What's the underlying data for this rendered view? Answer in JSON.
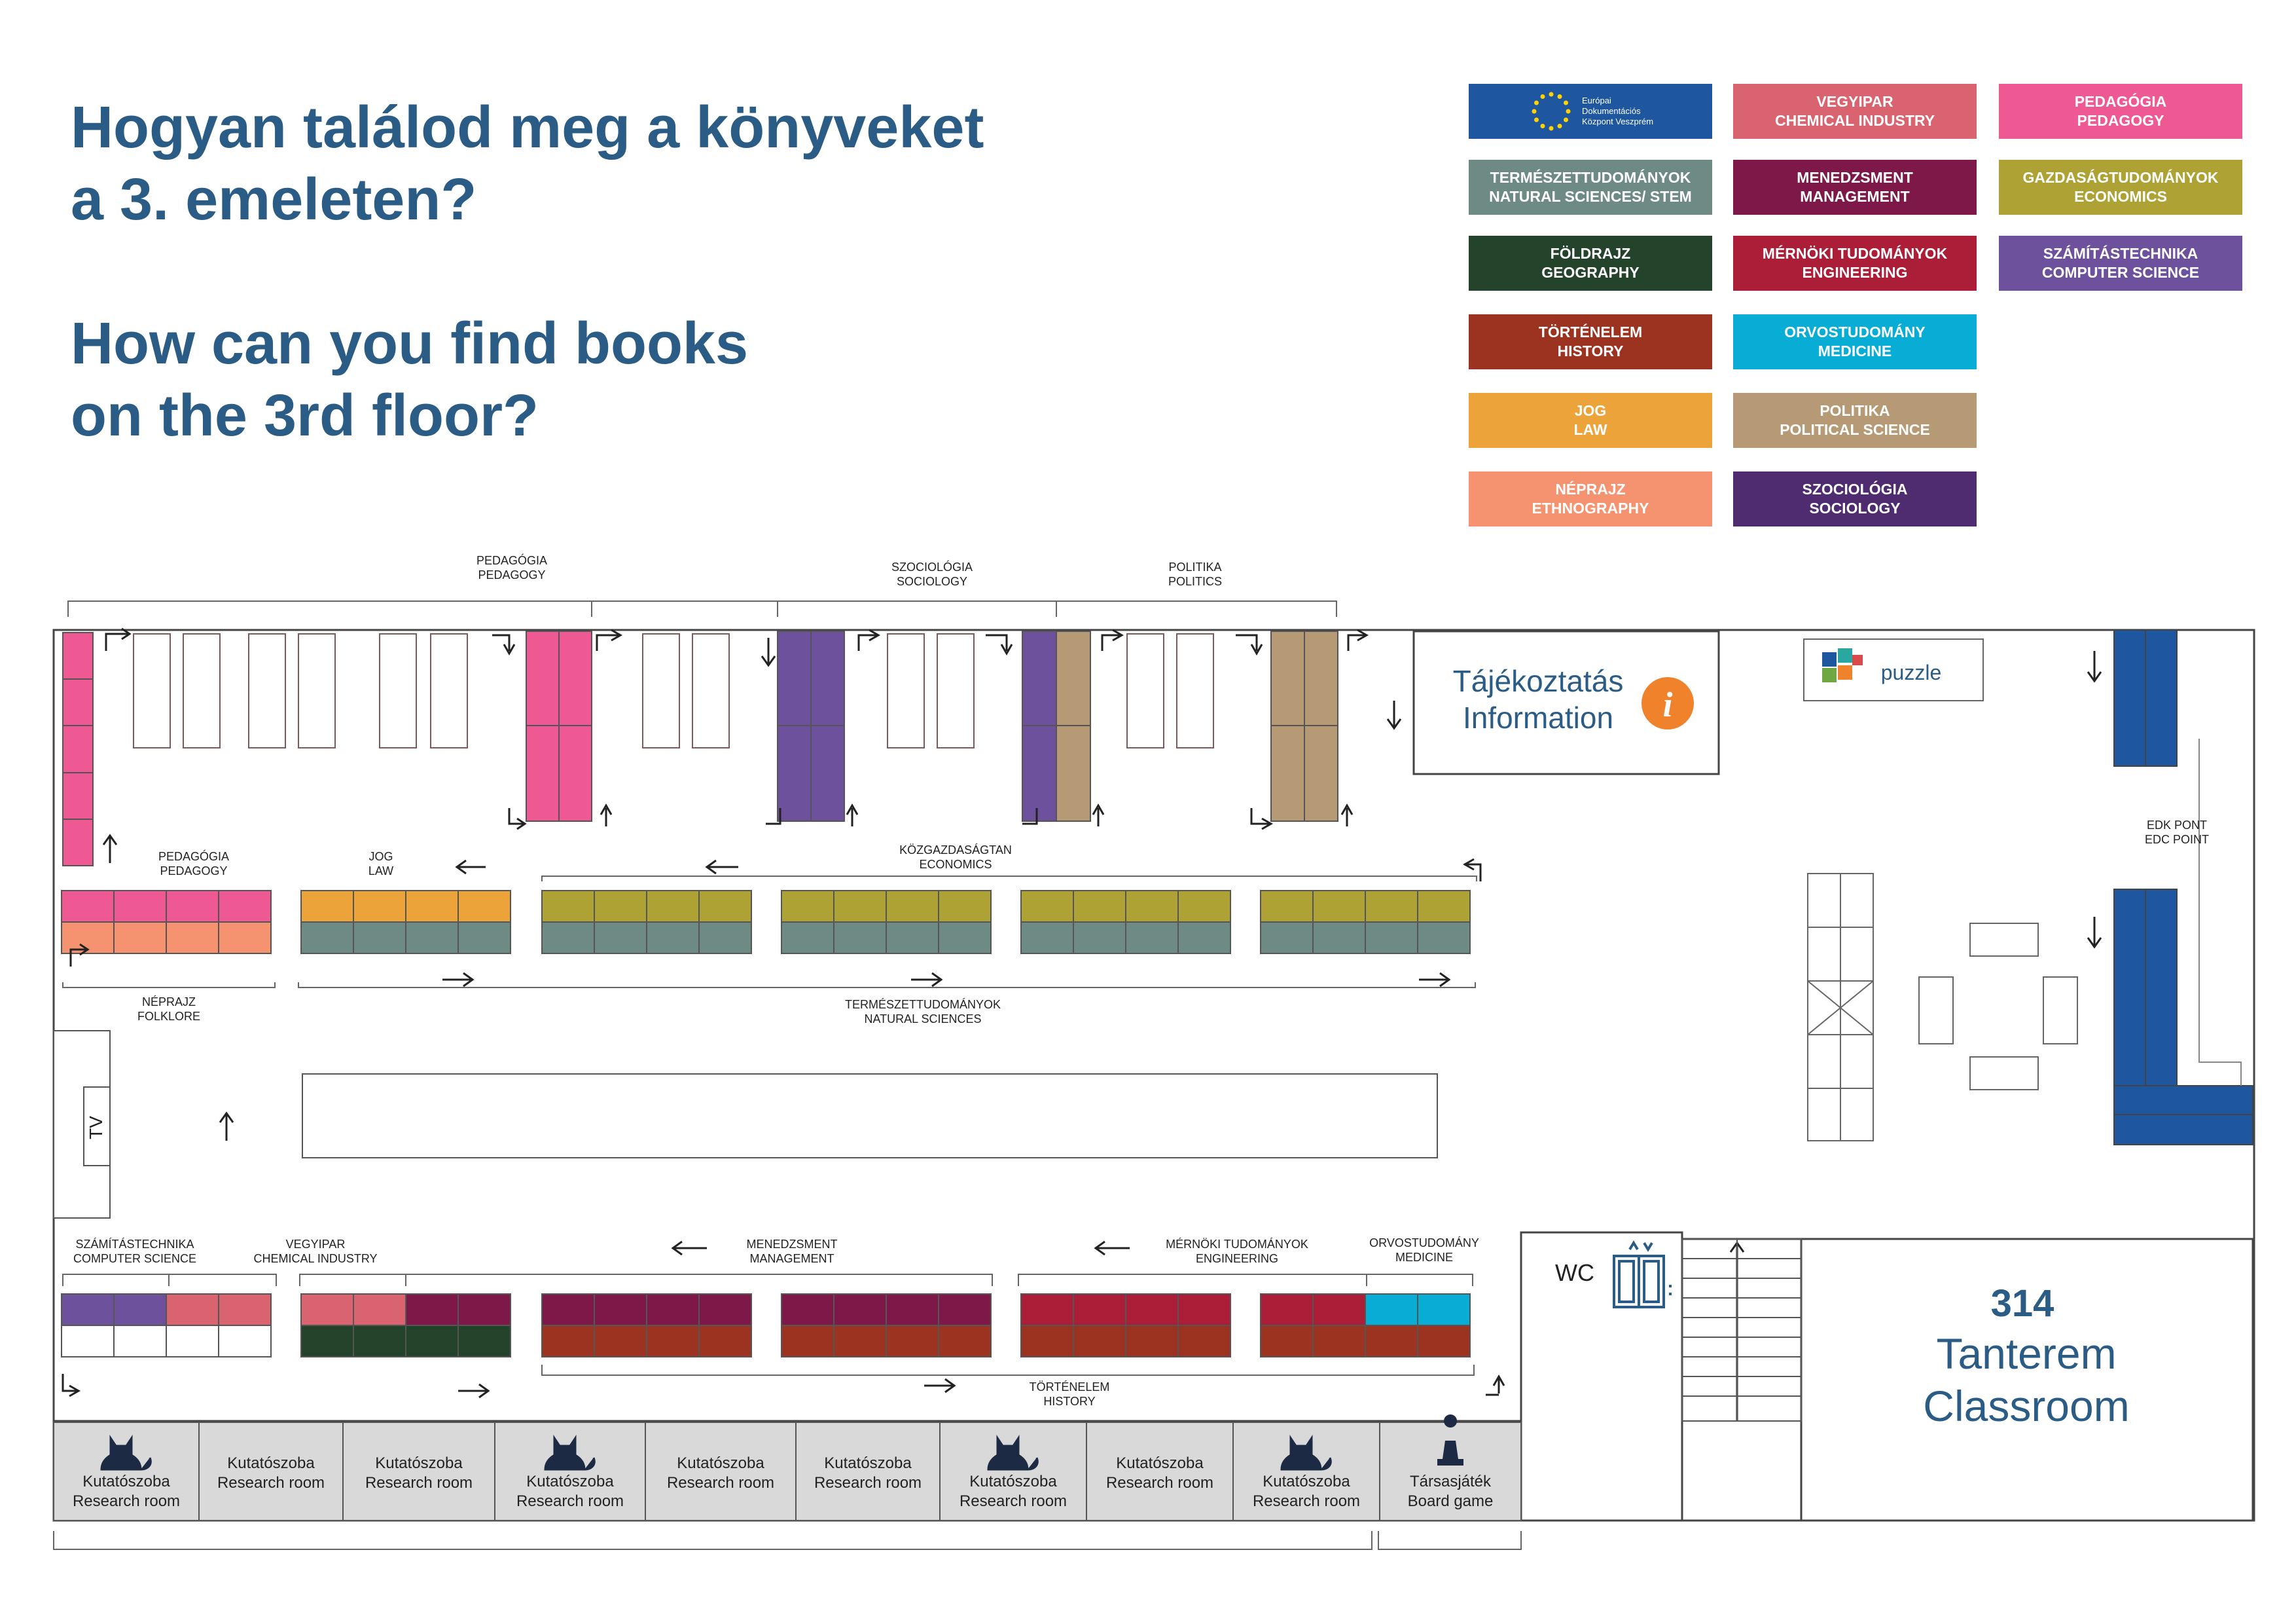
{
  "title": {
    "hu_line1": "Hogyan találod meg a könyveket",
    "hu_line2": "a 3. emeleten?",
    "en_line1": "How can you find books",
    "en_line2": "on the 3rd floor?"
  },
  "legend": [
    {
      "hu": "Európai Dokumentációs Központ Veszprém",
      "en": "",
      "color": "#1e56a0",
      "id": "edk"
    },
    {
      "hu": "VEGYIPAR",
      "en": "CHEMICAL INDUSTRY",
      "color": "#d9646f",
      "id": "chem"
    },
    {
      "hu": "PEDAGÓGIA",
      "en": "PEDAGOGY",
      "color": "#ee5893",
      "id": "ped"
    },
    {
      "hu": "TERMÉSZETTUDOMÁNYOK",
      "en": "NATURAL SCIENCES/ STEM",
      "color": "#6e8a84",
      "id": "nat"
    },
    {
      "hu": "MENEDZSMENT",
      "en": "MANAGEMENT",
      "color": "#7e1848",
      "id": "man"
    },
    {
      "hu": "GAZDASÁGTUDOMÁNYOK",
      "en": "ECONOMICS",
      "color": "#ada233",
      "id": "eco"
    },
    {
      "hu": "FÖLDRAJZ",
      "en": "GEOGRAPHY",
      "color": "#23432b",
      "id": "geo"
    },
    {
      "hu": "MÉRNÖKI TUDOMÁNYOK",
      "en": "ENGINEERING",
      "color": "#ac1d38",
      "id": "eng"
    },
    {
      "hu": "SZÁMÍTÁSTECHNIKA",
      "en": "COMPUTER SCIENCE",
      "color": "#6e519d",
      "id": "cs"
    },
    {
      "hu": "TÖRTÉNELEM",
      "en": "HISTORY",
      "color": "#9c3320",
      "id": "his"
    },
    {
      "hu": "ORVOSTUDOMÁNY",
      "en": "MEDICINE",
      "color": "#07add5",
      "id": "med"
    },
    {
      "hu": "JOG",
      "en": "LAW",
      "color": "#eca43a",
      "id": "law"
    },
    {
      "hu": "POLITIKA",
      "en": "POLITICAL SCIENCE",
      "color": "#b59a75",
      "id": "pol"
    },
    {
      "hu": "NÉPRAJZ",
      "en": "ETHNOGRAPHY",
      "color": "#f59370",
      "id": "eth"
    },
    {
      "hu": "SZOCIOLÓGIA",
      "en": "SOCIOLOGY",
      "color": "#4f2b6f",
      "id": "soc"
    }
  ],
  "map": {
    "top_labels": [
      {
        "hu": "PEDAGÓGIA",
        "en": "PEDAGOGY"
      },
      {
        "hu": "SZOCIOLÓGIA",
        "en": "SOCIOLOGY"
      },
      {
        "hu": "POLITIKA",
        "en": "POLITICS"
      }
    ],
    "row1_labels": [
      {
        "hu": "PEDAGÓGIA",
        "en": "PEDAGOGY"
      },
      {
        "hu": "JOG",
        "en": "LAW"
      },
      {
        "hu": "KÖZGAZDASÁGTAN",
        "en": "ECONOMICS"
      }
    ],
    "row1_bottom_labels": [
      {
        "hu": "NÉPRAJZ",
        "en": "FOLKLORE"
      },
      {
        "hu": "TERMÉSZETTUDOMÁNYOK",
        "en": "NATURAL SCIENCES"
      }
    ],
    "row2_labels": [
      {
        "hu": "SZÁMÍTÁSTECHNIKA",
        "en": "COMPUTER SCIENCE"
      },
      {
        "hu": "VEGYIPAR",
        "en": "CHEMICAL INDUSTRY"
      },
      {
        "hu": "MENEDZSMENT",
        "en": "MANAGEMENT"
      },
      {
        "hu": "MÉRNÖKI TUDOMÁNYOK",
        "en": "ENGINEERING"
      },
      {
        "hu": "ORVOSTUDOMÁNY",
        "en": "MEDICINE"
      }
    ],
    "row2_bottom_label": {
      "hu": "TÖRTÉNELEM",
      "en": "HISTORY"
    },
    "info": {
      "hu": "Tájékoztatás",
      "en": "Information"
    },
    "puzzle": "puzzle",
    "edk": {
      "hu": "EDK PONT",
      "en": "EDC POINT"
    },
    "tv": "TV",
    "wc": "WC",
    "classroom": {
      "number": "314",
      "hu": "Tanterem",
      "en": "Classroom"
    },
    "rooms": [
      {
        "hu": "Kutatószoba",
        "en": "Research room",
        "cat": true
      },
      {
        "hu": "Kutatószoba",
        "en": "Research room",
        "cat": false
      },
      {
        "hu": "Kutatószoba",
        "en": "Research room",
        "cat": false
      },
      {
        "hu": "Kutatószoba",
        "en": "Research room",
        "cat": true
      },
      {
        "hu": "Kutatószoba",
        "en": "Research room",
        "cat": false
      },
      {
        "hu": "Kutatószoba",
        "en": "Research room",
        "cat": false
      },
      {
        "hu": "Kutatószoba",
        "en": "Research room",
        "cat": true
      },
      {
        "hu": "Kutatószoba",
        "en": "Research room",
        "cat": false
      },
      {
        "hu": "Kutatószoba",
        "en": "Research room",
        "cat": true
      },
      {
        "hu": "Társasjáték",
        "en": "Board game",
        "cat": false,
        "icon": "chess-pawn-icon"
      }
    ]
  }
}
